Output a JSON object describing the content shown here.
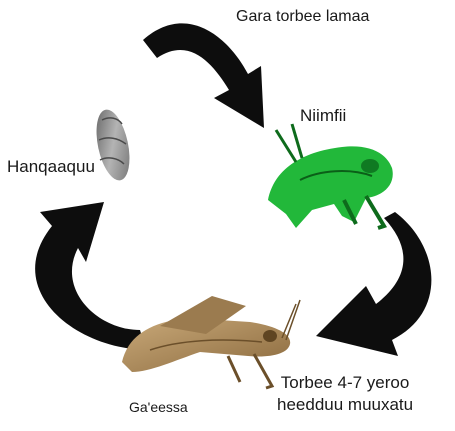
{
  "diagram": {
    "stages": {
      "egg": "Hanqaaquu",
      "nymph": "Niimfii",
      "adult": "Ga'eessa"
    },
    "transitions": {
      "egg_to_nymph": "Gara torbee lamaa",
      "nymph_to_adult_line1": "Torbee 4-7 yeroo",
      "nymph_to_adult_line2": "heedduu muuxatu"
    },
    "colors": {
      "arrow": "#0d0d0d",
      "egg_pod": "#8a8a8a",
      "nymph": "#22b83a",
      "adult": "#a7895a"
    }
  }
}
